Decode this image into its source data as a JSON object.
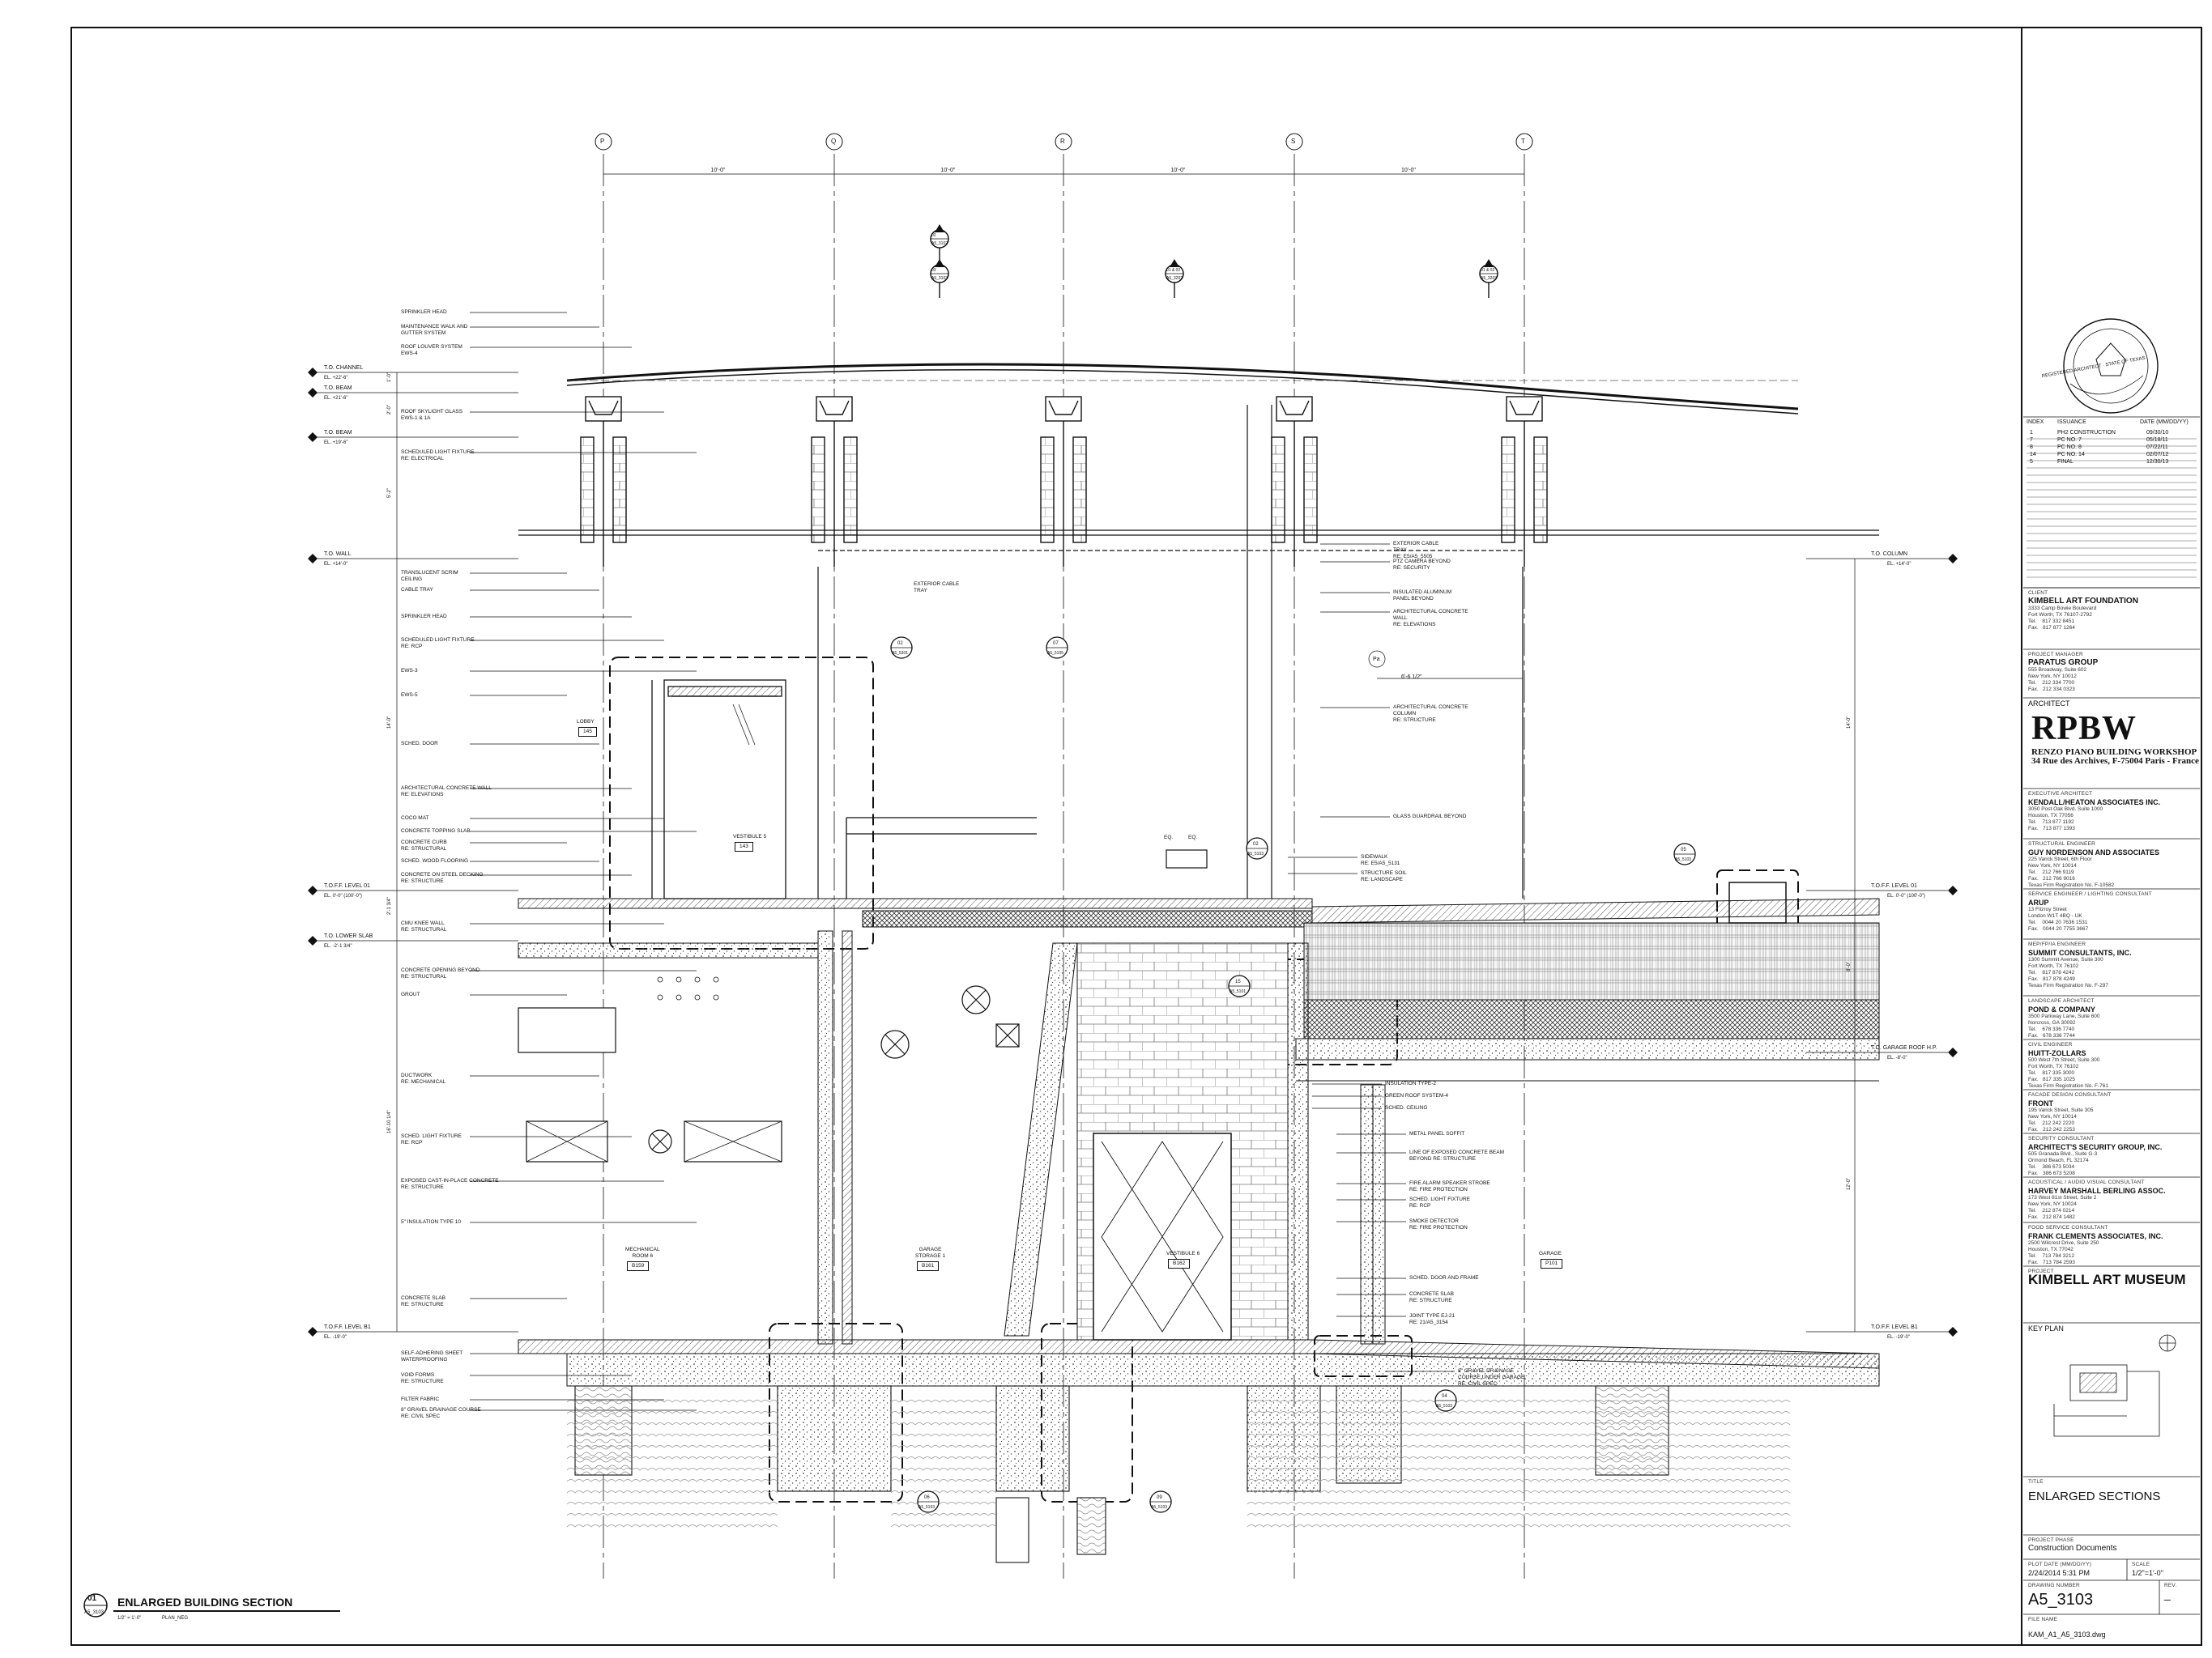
{
  "grid": {
    "labels": [
      "P",
      "Q",
      "R",
      "S",
      "T"
    ],
    "spacing": [
      "10'-0\"",
      "10'-0\"",
      "10'-0\"",
      "10'-0\""
    ]
  },
  "section_tags": [
    {
      "top": "02",
      "bottom": "A5_3102"
    },
    {
      "top": "03",
      "bottom": "A5_3103"
    },
    {
      "top": "01 & 02",
      "bottom": "A5_3202"
    },
    {
      "top": "01 & 02",
      "bottom": "A5_3203"
    }
  ],
  "left_annotations": [
    "SPRINKLER HEAD",
    "MAINTENANCE WALK AND\nGUTTER SYSTEM",
    "ROOF LOUVER SYSTEM\nEWS-4",
    "ROOF SKYLIGHT GLASS\nEWS-1 & 1A",
    "SCHEDULED LIGHT FIXTURE\nRE: ELECTRICAL",
    "TRANSLUCENT SCRIM\nCEILING",
    "CABLE TRAY",
    "SPRINKLER HEAD",
    "SCHEDULED LIGHT FIXTURE\nRE: RCP",
    "EWS-3",
    "EWS-5",
    "SCHED. DOOR",
    "ARCHITECTURAL CONCRETE WALL\nRE: ELEVATIONS",
    "COCO MAT",
    "CONCRETE TOPPING SLAB",
    "CONCRETE CURB\nRE: STRUCTURAL",
    "SCHED. WOOD FLOORING",
    "CONCRETE ON STEEL DECKING\nRE: STRUCTURE",
    "CMU KNEE WALL\nRE: STRUCTURAL",
    "CONCRETE OPENING BEYOND\nRE: STRUCTURAL",
    "GROUT",
    "DUCTWORK\nRE: MECHANICAL",
    "SCHED. LIGHT FIXTURE\nRE: RCP",
    "EXPOSED CAST-IN-PLACE CONCRETE\nRE: STRUCTURE",
    "5\" INSULATION TYPE 10",
    "CONCRETE SLAB\nRE: STRUCTURE",
    "SELF-ADHERING SHEET\nWATERPROOFING",
    "VOID FORMS\nRE: STRUCTURE",
    "FILTER FABRIC",
    "8\" GRAVEL DRAINAGE COURSE\nRE: CIVIL SPEC"
  ],
  "levels_left": [
    {
      "name": "T.O. CHANNEL",
      "el": "EL. +22'-6\""
    },
    {
      "name": "T.O. BEAM",
      "el": "EL. +21'-6\""
    },
    {
      "name": "T.O. BEAM",
      "el": "EL. +19'-6\""
    },
    {
      "name": "T.O. WALL",
      "el": "EL. +14'-0\""
    },
    {
      "name": "T.O.F.F. LEVEL 01",
      "el": "EL. 0'-0\" (100'-0\")"
    },
    {
      "name": "T.O. LOWER SLAB",
      "el": "EL. -2'-1 3/4\""
    },
    {
      "name": "T.O.F.F. LEVEL B1",
      "el": "EL. -19'-0\""
    }
  ],
  "levels_right": [
    {
      "name": "T.O. COLUMN",
      "el": "EL. +14'-0\""
    },
    {
      "name": "T.O.F.F. LEVEL 01",
      "el": "EL. 0'-0\" (100'-0\")"
    },
    {
      "name": "T.O. GARAGE ROOF H.P.",
      "el": "EL. -8'-0\""
    },
    {
      "name": "T.O.F.F. LEVEL B1",
      "el": "EL. -19'-0\""
    }
  ],
  "vertical_dims_left": [
    "1'-0\"",
    "2'-0\"",
    "5'-2\"",
    "14'-0\"",
    "2'-1 3/4\"",
    "16'-10 1/4\""
  ],
  "vertical_dims_right": [
    "14'-0\"",
    "8'-0\"",
    "12'-0\""
  ],
  "right_annotations": [
    "EXTERIOR CABLE\nTRAY\nRE: E5/A5_5505",
    "PTZ CAMERA BEYOND\nRE: SECURITY",
    "INSULATED ALUMINUM\nPANEL BEYOND",
    "ARCHITECTURAL CONCRETE\nWALL\nRE: ELEVATIONS",
    "ARCHITECTURAL CONCRETE\nCOLUMN\nRE: STRUCTURE",
    "GLASS GUARDRAIL BEYOND",
    "SIDEWALK\nRE: E5/A5_5131",
    "STRUCTURE SOIL\nRE: LANDSCAPE",
    "INSULATION TYPE-2",
    "GREEN ROOF SYSTEM-4",
    "SCHED. CEILING",
    "METAL PANEL SOFFIT",
    "LINE OF EXPOSED CONCRETE BEAM\nBEYOND RE: STRUCTURE",
    "FIRE ALARM SPEAKER STROBE\nRE: FIRE PROTECTION",
    "SCHED. LIGHT FIXTURE\nRE: RCP",
    "SMOKE DETECTOR\nRE: FIRE PROTECTION",
    "SCHED. DOOR AND FRAME",
    "CONCRETE SLAB\nRE: STRUCTURE",
    "JOINT TYPE EJ-21\nRE: 21/A5_3154",
    "8\" GRAVEL DRAINAGE\nCOURSE UNDER GARAGE\nRE: CIVIL SPEC"
  ],
  "center_annotations": [
    "EXTERIOR CABLE\nTRAY"
  ],
  "eq_labels": [
    "EQ.",
    "EQ."
  ],
  "pa_tag": "Pa",
  "dim_6ft": "6'-6 1/2\"",
  "rooms": [
    {
      "name": "LOBBY",
      "num": "145"
    },
    {
      "name": "VESTIBULE 5",
      "num": "143"
    },
    {
      "name": "MECHANICAL\nROOM 6",
      "num": "B159"
    },
    {
      "name": "GARAGE\nSTORAGE 1",
      "num": "B161"
    },
    {
      "name": "VESTIBULE 6",
      "num": "B162"
    },
    {
      "name": "GARAGE",
      "num": "P101"
    }
  ],
  "detail_callouts": [
    {
      "top": "02",
      "bottom": "A5_5301"
    },
    {
      "top": "07",
      "bottom": "A5_5105"
    },
    {
      "top": "02",
      "bottom": "A5_5103"
    },
    {
      "top": "15",
      "bottom": "A5_5101"
    },
    {
      "top": "05",
      "bottom": "A5_5103"
    },
    {
      "top": "04",
      "bottom": "A5_5103"
    },
    {
      "top": "06",
      "bottom": "A5_5103"
    },
    {
      "top": "09",
      "bottom": "A5_5103"
    }
  ],
  "drawing_title": {
    "number": "01",
    "sheet": "A5_3103",
    "title": "ENLARGED BUILDING SECTION",
    "scale": "1/2\" = 1'-0\"",
    "north": "PLAN_NEG"
  },
  "title_block": {
    "seal_text": "REGISTERED ARCHITECT · STATE OF TEXAS",
    "rev_header": [
      "INDEX",
      "ISSUANCE",
      "DATE (MM/DD/YY)"
    ],
    "revisions": [
      {
        "index": "1",
        "issuance": "PH2 CONSTRUCTION",
        "date": "09/30/10"
      },
      {
        "index": "7",
        "issuance": "PC NO. 7",
        "date": "05/18/11"
      },
      {
        "index": "8",
        "issuance": "PC NO. 8",
        "date": "07/22/11"
      },
      {
        "index": "14",
        "issuance": "PC NO. 14",
        "date": "02/07/12"
      },
      {
        "index": "5",
        "issuance": "FINAL",
        "date": "12/30/13"
      }
    ],
    "client": {
      "label": "CLIENT",
      "name": "KIMBELL ART FOUNDATION",
      "addr": "3333 Camp Bowie Boulevard\nFort Worth, TX 76107-2792\nTel.    817 332 8451\nFax.   817 877 1264"
    },
    "pm": {
      "label": "PROJECT MANAGER",
      "name": "PARATUS GROUP",
      "addr": "555 Broadway, Suite 602\nNew York, NY 10012\nTel.    212 334 7700\nFax.   212 334 0323"
    },
    "architect": {
      "label": "ARCHITECT",
      "name": "RPBW",
      "sub": "RENZO PIANO BUILDING WORKSHOP\n34 Rue des Archives, F-75004 Paris - France"
    },
    "exec": {
      "label": "EXECUTIVE ARCHITECT",
      "name": "KENDALL/HEATON ASSOCIATES INC.",
      "addr": "3050 Post Oak Blvd. Suite 1000\nHouston, TX 77056\nTel.    713 877 1192\nFax.   713 877 1393"
    },
    "struct": {
      "label": "STRUCTURAL ENGINEER",
      "name": "GUY NORDENSON AND ASSOCIATES",
      "addr": "225 Varick Street, 6th Floor\nNew York, NY 10014\nTel.    212 766 9119\nFax.   212 766 9016\nTexas Firm Registration No. F-10582"
    },
    "service": {
      "label": "SERVICE ENGINEER / LIGHTING CONSULTANT",
      "name": "ARUP",
      "addr": "13 Fitzroy Street\nLondon W1T 4BQ - UK\nTel.    0044 20 7636 1531\nFax.   0044 20 7755 3667"
    },
    "mep": {
      "label": "MEP/FP/IA ENGINEER",
      "name": "SUMMIT CONSULTANTS, INC.",
      "addr": "1300 Summit Avenue, Suite 300\nFort Worth, TX 76102\nTel.    817 878 4242\nFax.   817 878 4249\nTexas Firm Registration No. F-297"
    },
    "landscape": {
      "label": "LANDSCAPE ARCHITECT",
      "name": "POND & COMPANY",
      "addr": "3500 Parkway Lane, Suite 600\nNorcross, GA 30092\nTel.    678 336 7740\nFax.   678 336 7744"
    },
    "civil": {
      "label": "CIVIL ENGINEER",
      "name": "HUITT-ZOLLARS",
      "addr": "500 West 7th Street, Suite 300\nFort Worth, TX 76102\nTel.    817 335 3000\nFax.   817 335 1025\nTexas Firm Registration No. F-761"
    },
    "facade": {
      "label": "FACADE DESIGN CONSULTANT",
      "name": "FRONT",
      "addr": "195 Varick Street, Suite 305\nNew York, NY 10014\nTel.    212 242 2220\nFax.   212 242 2253"
    },
    "security": {
      "label": "SECURITY CONSULTANT",
      "name": "ARCHITECT'S SECURITY GROUP, INC.",
      "addr": "505 Granada Blvd., Suite G-3\nOrmond Beach, FL 32174\nTel.    386 673 5034\nFax.   386 673 5208"
    },
    "acoustic": {
      "label": "ACOUSTICAL / AUDIO VISUAL CONSULTANT",
      "name": "HARVEY MARSHALL BERLING ASSOC.",
      "addr": "173 West 81st Street, Suite 2\nNew York, NY 10024\nTel.    212 874 0214\nFax.   212 874 1482"
    },
    "food": {
      "label": "FOOD SERVICE CONSULTANT",
      "name": "FRANK CLEMENTS ASSOCIATES, INC.",
      "addr": "2500 Wilcrest Drive, Suite 250\nHouston, TX 77042\nTel.    713 784 3212\nFax.   713 784 2593"
    },
    "project": {
      "label": "PROJECT",
      "name": "KIMBELL ART MUSEUM"
    },
    "keyplan_label": "KEY PLAN",
    "title": {
      "label": "TITLE",
      "value": "ENLARGED SECTIONS"
    },
    "phase": {
      "label": "PROJECT PHASE",
      "value": "Construction Documents"
    },
    "plot": {
      "label": "PLOT DATE (MM/DD/YY)",
      "value": "2/24/2014 5:31 PM",
      "scale_label": "SCALE",
      "scale": "1/2\"=1'-0\""
    },
    "drawing_number": {
      "label": "DRAWING NUMBER",
      "value": "A5_3103",
      "rev_label": "REV.",
      "rev": "_"
    },
    "file": {
      "label": "FILE NAME",
      "value": "KAM_A1_A5_3103.dwg"
    }
  }
}
